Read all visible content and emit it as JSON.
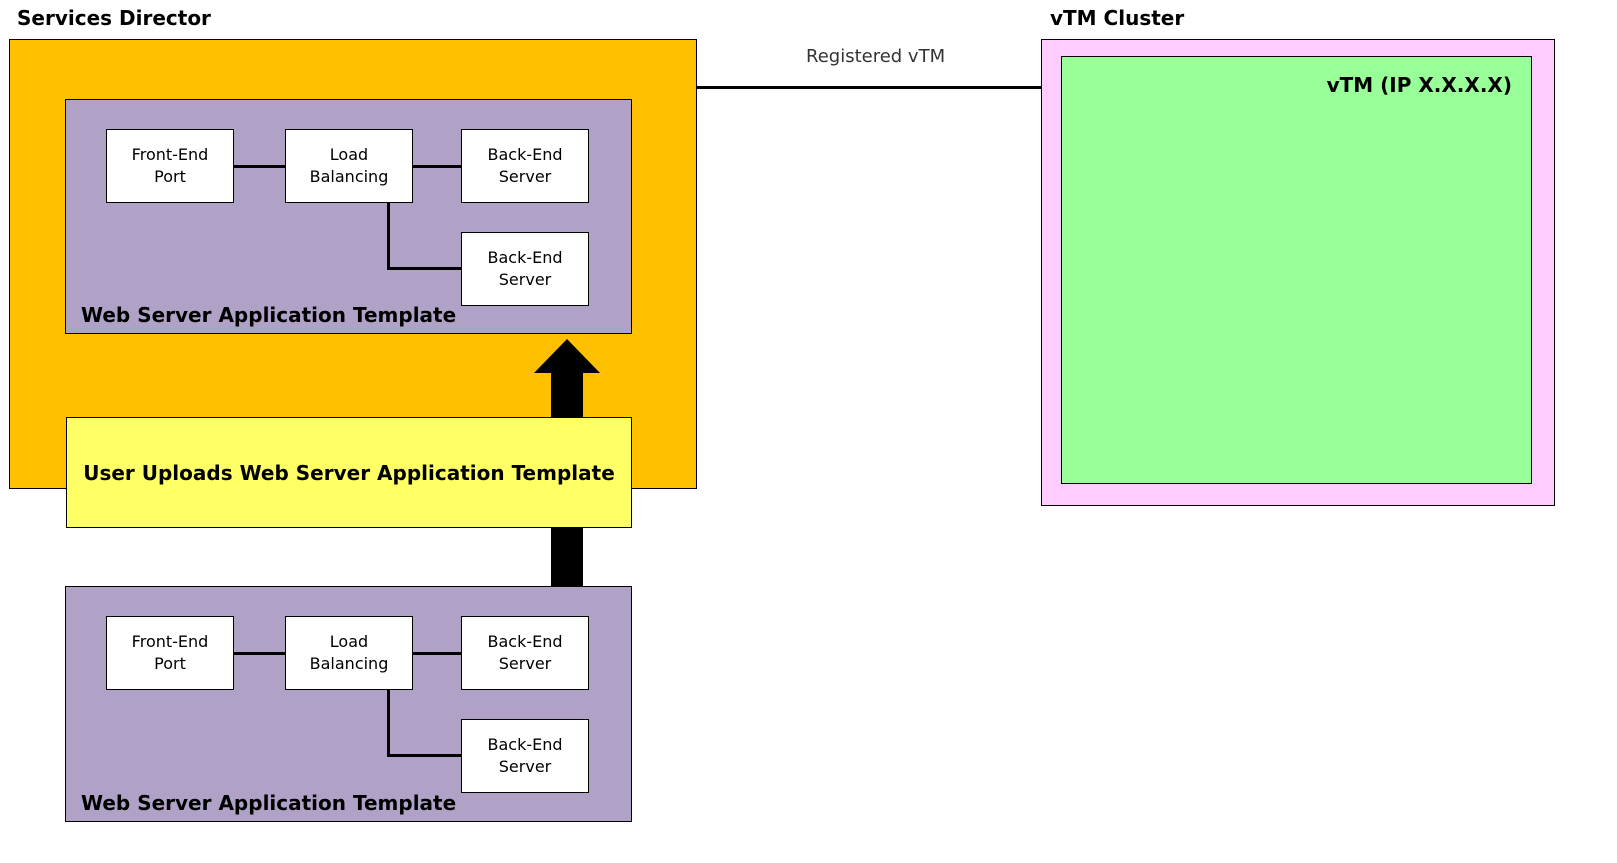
{
  "services_director": {
    "title": "Services Director"
  },
  "cluster": {
    "title": "vTM Cluster",
    "vtm_label": "vTM (IP X.X.X.X)"
  },
  "link": {
    "label": "Registered vTM"
  },
  "upload": {
    "label": "User Uploads Web Server Application Template"
  },
  "template_top": {
    "label": "Web Server Application Template",
    "front_end": [
      "Front-End",
      "Port"
    ],
    "load_balancing": [
      "Load",
      "Balancing"
    ],
    "backend_1": [
      "Back-End",
      "Server"
    ],
    "backend_2": [
      "Back-End",
      "Server"
    ]
  },
  "template_bottom": {
    "label": "Web Server Application Template",
    "front_end": [
      "Front-End",
      "Port"
    ],
    "load_balancing": [
      "Load",
      "Balancing"
    ],
    "backend_1": [
      "Back-End",
      "Server"
    ],
    "backend_2": [
      "Back-End",
      "Server"
    ]
  },
  "colors": {
    "services_director": "#FFC000",
    "cluster": "#FFCCFF",
    "vtm": "#99FF99",
    "template": "#B0A1C7",
    "upload": "#FFFF66"
  }
}
